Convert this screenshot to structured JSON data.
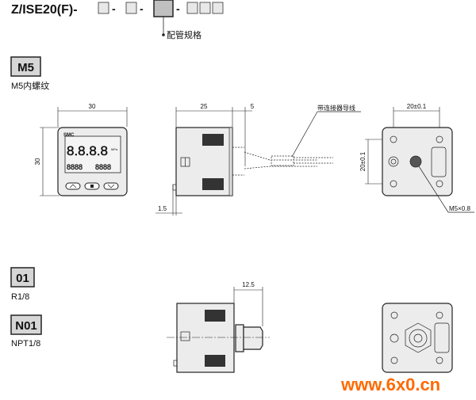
{
  "header": {
    "model_prefix": "Z/ISE20(F)-",
    "sep": "-",
    "callout_label": "配管规格"
  },
  "options": [
    {
      "code": "M5",
      "description": "M5内螺纹"
    },
    {
      "code": "01",
      "description": "R1/8"
    },
    {
      "code": "N01",
      "description": "NPT1/8"
    }
  ],
  "front_view": {
    "width_dim": "30",
    "height_dim": "30",
    "brand": "SMC",
    "display_main": "8.8.8.8",
    "unit": "MPa",
    "display_sub1": "8888",
    "display_sub2": "8888"
  },
  "side_view_m5": {
    "depth_dim": "25",
    "connector_dim": "5",
    "panel_dim": "1.5",
    "cable_label": "带连接器导线"
  },
  "back_view_m5": {
    "horizontal_dim": "20±0.1",
    "vertical_dim": "20±0.1",
    "port_label": "M5×0.8"
  },
  "side_view_01": {
    "fitting_dim": "12.5"
  },
  "watermark": "www.6x0.cn",
  "colors": {
    "watermark": "#ff6a00",
    "highlight_box": "#c0c0c0",
    "code_box": "#d6d6d6"
  }
}
